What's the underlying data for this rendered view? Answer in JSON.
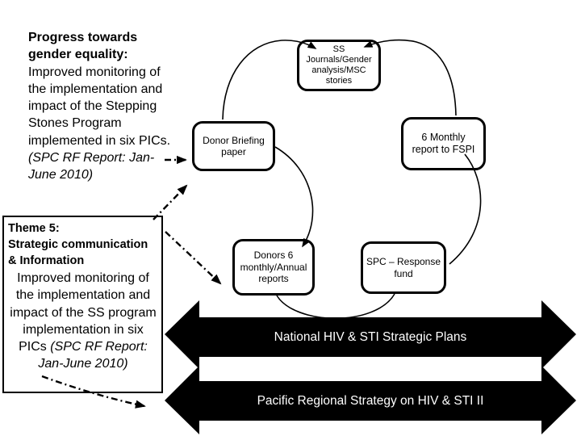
{
  "colors": {
    "ink": "#000000",
    "paper": "#ffffff",
    "banner_fill": "#000000",
    "banner_text": "#ffffff"
  },
  "intro_text": {
    "bold": "Progress towards gender equality:",
    "normal": " Improved monitoring of the implementation and impact of the Stepping Stones Program implemented in six PICs. ",
    "italic": "(SPC RF Report: Jan-June 2010)"
  },
  "theme_box": {
    "heading_line1": "Theme 5:",
    "heading_line2": "Strategic communication & Information",
    "body": "Improved monitoring of the implementation and impact of the SS program implementation in six PICs ",
    "body_italic": "(SPC RF Report: Jan-June 2010)"
  },
  "cycle_boxes": {
    "ss_journals": "SS\nJournals/Gender\nanalysis/MSC\nstories",
    "donor_briefing": "Donor Briefing\npaper",
    "fspi_report": "6  Monthly\nreport to FSPI",
    "donors_reports": "Donors 6\nmonthly/Annual\nreports",
    "spc_fund": "SPC – Response\nfund"
  },
  "banners": {
    "banner1": "National HIV & STI Strategic Plans",
    "banner2": "Pacific Regional Strategy on HIV & STI II"
  }
}
